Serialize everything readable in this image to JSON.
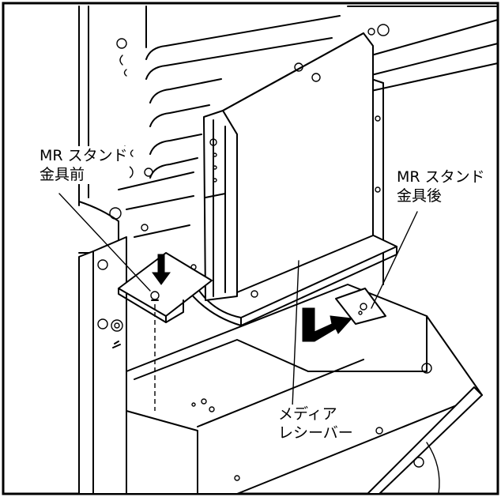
{
  "figure": {
    "labels": {
      "mr_stand_front_line1": "MR スタンド",
      "mr_stand_front_line2": "金具前",
      "mr_stand_rear_line1": "MR スタンド",
      "mr_stand_rear_line2": "金具後",
      "media_receiver_line1": "メディア",
      "media_receiver_line2": "レシーバー"
    },
    "icons": [
      "down-arrow-icon",
      "bent-arrow-icon"
    ],
    "colors": {
      "line": "#000000",
      "background": "#ffffff",
      "arrow_fill": "#000000"
    }
  }
}
